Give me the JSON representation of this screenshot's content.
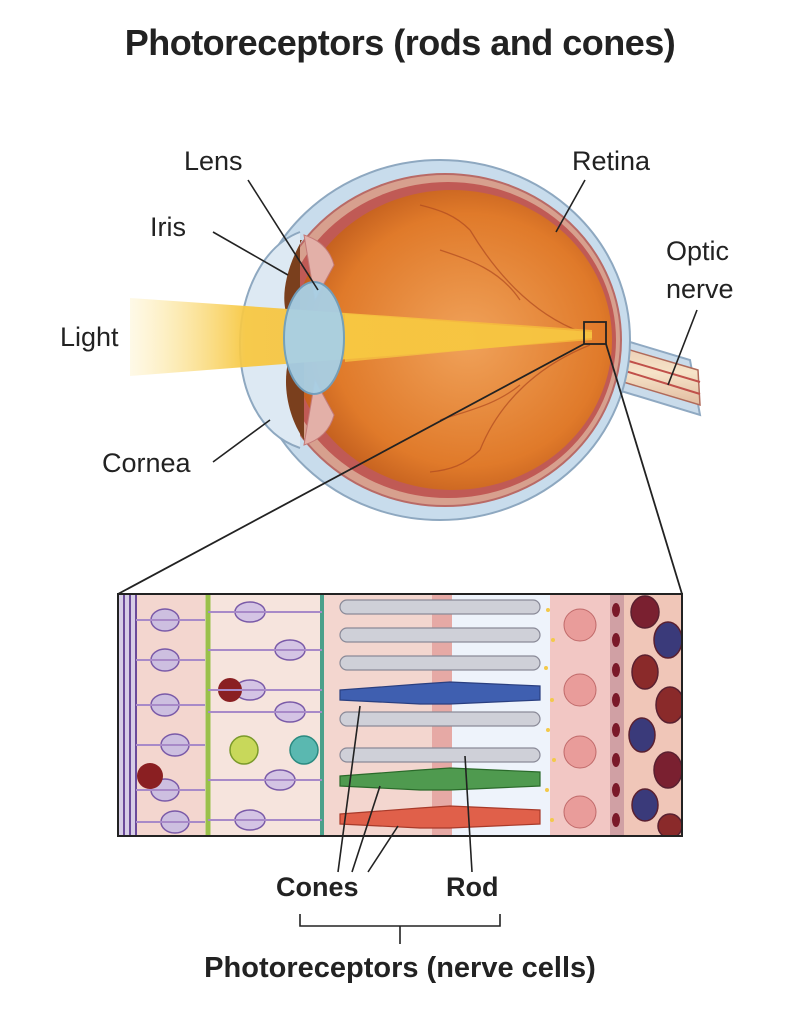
{
  "title": "Photoreceptors (rods and cones)",
  "labels": {
    "lens": "Lens",
    "iris": "Iris",
    "light": "Light",
    "cornea": "Cornea",
    "retina": "Retina",
    "optic_nerve_line1": "Optic",
    "optic_nerve_line2": "nerve",
    "cones": "Cones",
    "rod": "Rod"
  },
  "bottom_caption": "Photoreceptors (nerve cells)",
  "colors": {
    "eyeball": "#e07a2a",
    "sclera": "#a9c4dd",
    "light_beam": "#f7c843",
    "lens": "#a8d0e6",
    "iris": "#7a3f1d",
    "retina_panel_bg": "#f3d6cf",
    "cone_blue": "#3f5fb0",
    "cone_green": "#4f9a4f",
    "cone_red": "#e0604a",
    "rod": "#c9c9cf"
  }
}
